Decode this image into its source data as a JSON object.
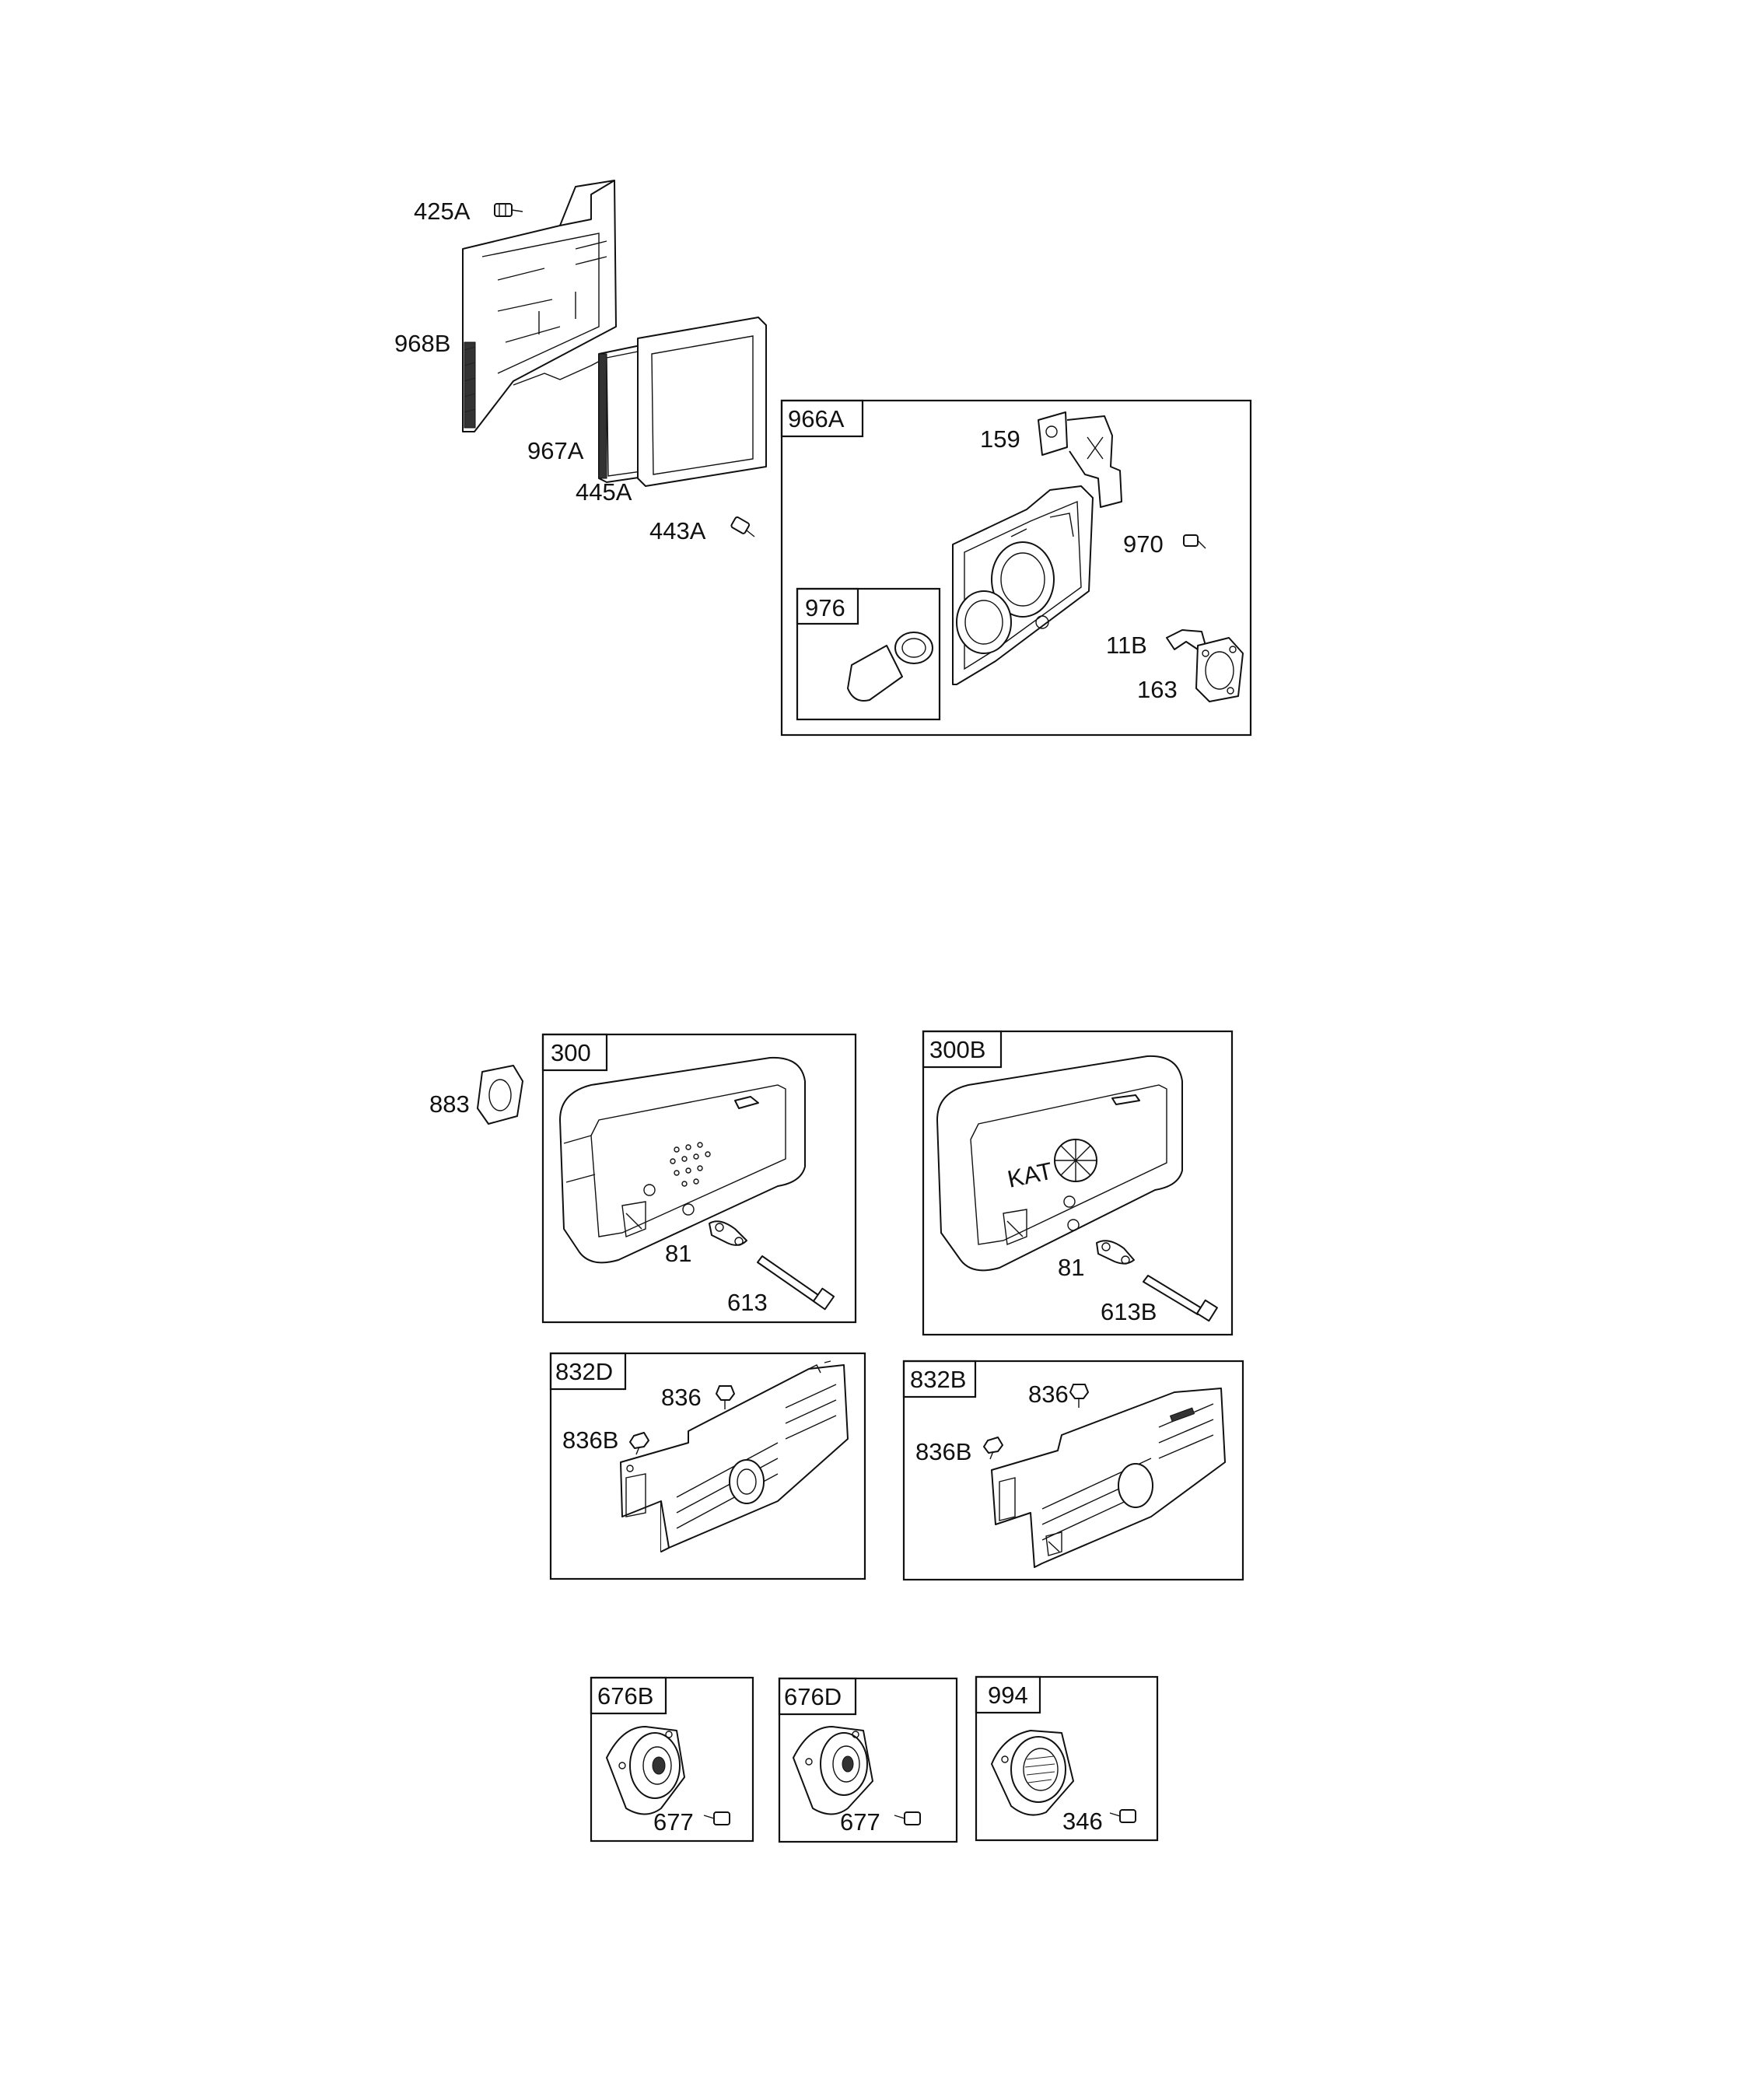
{
  "air_cleaner": {
    "labels": [
      "425A",
      "968B",
      "967A",
      "445A",
      "443A"
    ]
  },
  "base_group": {
    "box_label": "966A",
    "labels": [
      "159",
      "970",
      "11B",
      "163"
    ],
    "sub_box_label": "976"
  },
  "muffler_left": {
    "outside_label": "883",
    "box_label": "300",
    "labels": [
      "81",
      "613"
    ]
  },
  "muffler_right": {
    "box_label": "300B",
    "labels": [
      "81",
      "613B"
    ],
    "mark_text": "KAT"
  },
  "guard_left": {
    "box_label": "832D",
    "labels": [
      "836",
      "836B"
    ]
  },
  "guard_right": {
    "box_label": "832B",
    "labels": [
      "836",
      "836B"
    ]
  },
  "deflector_1": {
    "box_label": "676B",
    "labels": [
      "677"
    ]
  },
  "deflector_2": {
    "box_label": "676D",
    "labels": [
      "677"
    ]
  },
  "arrester": {
    "box_label": "994",
    "labels": [
      "346"
    ]
  }
}
